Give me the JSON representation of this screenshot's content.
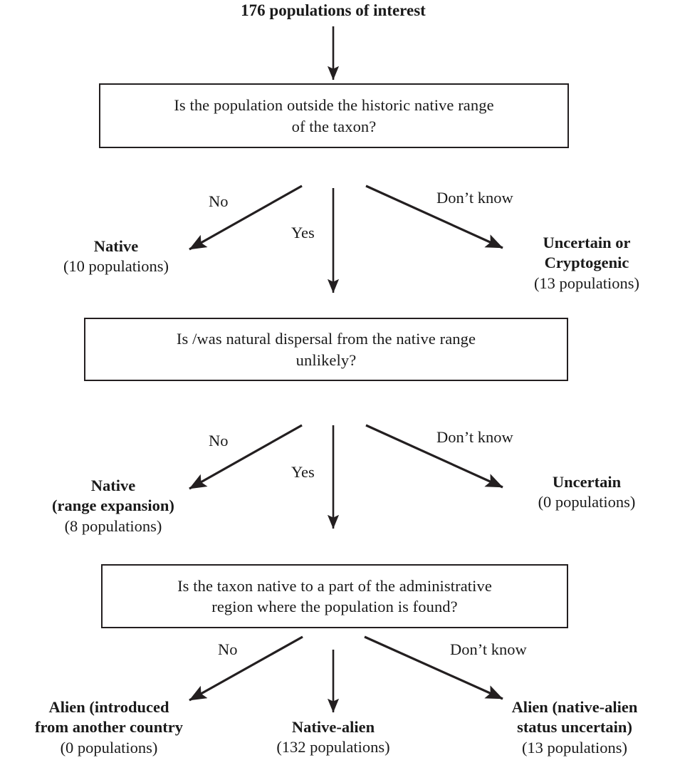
{
  "diagram": {
    "title": "176 populations of interest",
    "type": "decision-flowchart",
    "background_color": "#ffffff",
    "line_color": "#231f20",
    "text_color": "#1a1a1a"
  },
  "questions": {
    "q1": {
      "line1": "Is the  population outside the historic native  range",
      "line2": "of the taxon?"
    },
    "q2": {
      "line1": "Is /was natural dispersal from the native range",
      "line2": "unlikely?"
    },
    "q3": {
      "line1": "Is the taxon native to a part of the administrative",
      "line2": "region where the population is found?"
    }
  },
  "edge_labels": {
    "b1_no": "No",
    "b1_yes": "Yes",
    "b1_dont_know": "Don’t know",
    "b2_no": "No",
    "b2_yes": "Yes",
    "b2_dont_know": "Don’t know",
    "b3_no": "No",
    "b3_dont_know": "Don’t know"
  },
  "outcomes": {
    "o1_native": {
      "name": "Native",
      "count": "(10 populations)"
    },
    "o2_uncertain_cryptogenic": {
      "name": "Uncertain or\nCryptogenic",
      "count": "(13 populations)"
    },
    "o3_native_range_expansion": {
      "name": "Native\n(range expansion)",
      "count": "(8 populations)"
    },
    "o4_uncertain": {
      "name": "Uncertain",
      "count": "(0 populations)"
    },
    "o5_alien_introduced": {
      "name": "Alien (introduced\nfrom another country",
      "count": "(0 populations)"
    },
    "o6_native_alien": {
      "name": "Native-alien",
      "count": "(132 populations)"
    },
    "o7_alien_uncertain": {
      "name": "Alien (native-alien\nstatus uncertain)",
      "count": "(13 populations)"
    }
  },
  "chart_data": {
    "type": "diagram",
    "title": "176 populations of interest",
    "total_populations": 176,
    "nodes": [
      {
        "id": "start",
        "kind": "title",
        "text": "176 populations of interest"
      },
      {
        "id": "q1",
        "kind": "question",
        "text": "Is the  population outside the historic native  range of the taxon?"
      },
      {
        "id": "q2",
        "kind": "question",
        "text": "Is /was natural dispersal from the native range unlikely?"
      },
      {
        "id": "q3",
        "kind": "question",
        "text": "Is the taxon native to a part of the administrative region where the population is found?"
      },
      {
        "id": "o1",
        "kind": "outcome",
        "label": "Native",
        "populations": 10
      },
      {
        "id": "o2",
        "kind": "outcome",
        "label": "Uncertain or Cryptogenic",
        "populations": 13
      },
      {
        "id": "o3",
        "kind": "outcome",
        "label": "Native (range expansion)",
        "populations": 8
      },
      {
        "id": "o4",
        "kind": "outcome",
        "label": "Uncertain",
        "populations": 0
      },
      {
        "id": "o5",
        "kind": "outcome",
        "label": "Alien (introduced from another country",
        "populations": 0
      },
      {
        "id": "o6",
        "kind": "outcome",
        "label": "Native-alien",
        "populations": 132
      },
      {
        "id": "o7",
        "kind": "outcome",
        "label": "Alien (native-alien status uncertain)",
        "populations": 13
      }
    ],
    "edges": [
      {
        "from": "start",
        "to": "q1",
        "label": ""
      },
      {
        "from": "q1",
        "to": "o1",
        "label": "No"
      },
      {
        "from": "q1",
        "to": "q2",
        "label": "Yes"
      },
      {
        "from": "q1",
        "to": "o2",
        "label": "Don’t know"
      },
      {
        "from": "q2",
        "to": "o3",
        "label": "No"
      },
      {
        "from": "q2",
        "to": "q3",
        "label": "Yes"
      },
      {
        "from": "q2",
        "to": "o4",
        "label": "Don’t know"
      },
      {
        "from": "q3",
        "to": "o5",
        "label": "No"
      },
      {
        "from": "q3",
        "to": "o6",
        "label": ""
      },
      {
        "from": "q3",
        "to": "o7",
        "label": "Don’t know"
      }
    ]
  }
}
